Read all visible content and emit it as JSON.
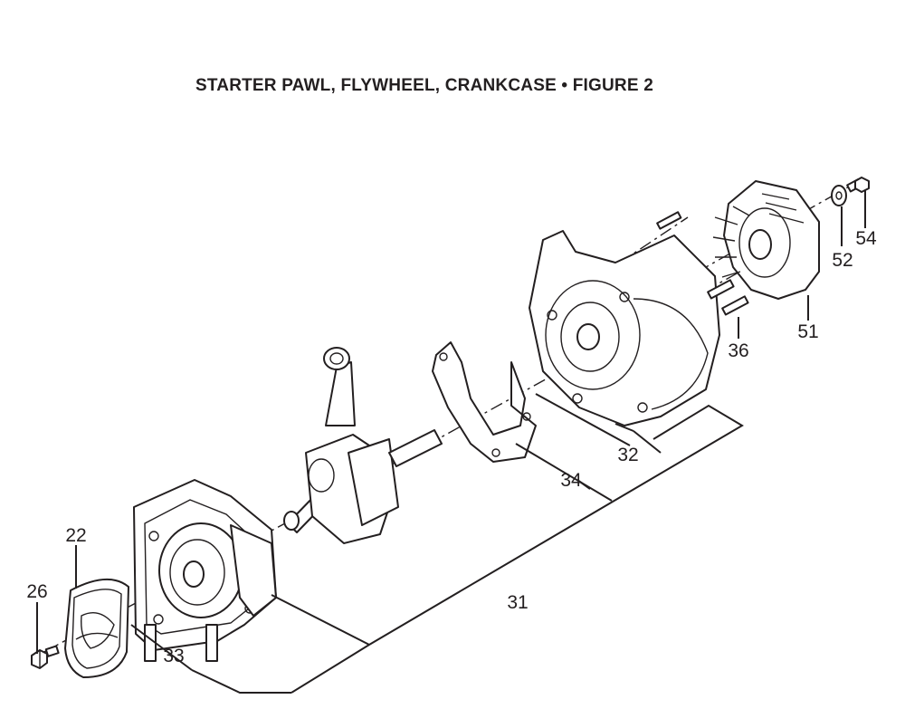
{
  "title": "STARTER PAWL, FLYWHEEL, CRANKCASE  •  FIGURE 2",
  "callouts": {
    "c22": "22",
    "c26": "26",
    "c31": "31",
    "c32": "32",
    "c33": "33",
    "c34": "34",
    "c36": "36",
    "c51": "51",
    "c52": "52",
    "c54": "54"
  }
}
